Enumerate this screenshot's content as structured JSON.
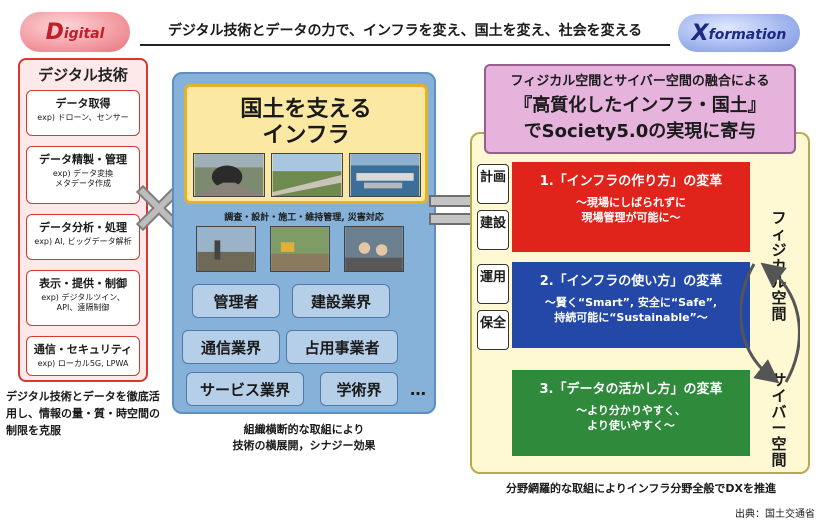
{
  "header": {
    "digital_big": "D",
    "digital_rest": "igital",
    "slogan": "デジタル技術とデータの力で、インフラを変え、国土を変え、社会を変える",
    "xformation_big": "X",
    "xformation_rest": "formation"
  },
  "left": {
    "title": "デジタル技術",
    "items": [
      {
        "title": "データ取得",
        "sub": "exp) ドローン、センサー"
      },
      {
        "title": "データ精製・管理",
        "sub": "exp) データ変換\nメタデータ作成"
      },
      {
        "title": "データ分析・処理",
        "sub": "exp) AI, ビッグデータ解析"
      },
      {
        "title": "表示・提供・制御",
        "sub": "exp) デジタルツイン、\nAPI、遠隔制御"
      },
      {
        "title": "通信・セキュリティ",
        "sub": "exp) ローカル5G, LPWA"
      }
    ],
    "caption": "デジタル技術とデータを徹底活用し、情報の量・質・時空間の制限を克服"
  },
  "center": {
    "title": "国土を支える\nインフラ",
    "stages": "調査・設計・施工・維持管理, 災害対応",
    "sectors": [
      "管理者",
      "建設業界",
      "通信業界",
      "占用事業者",
      "サービス業界",
      "学術界"
    ],
    "ellipsis": "…",
    "caption": "組織横断的な取組により\n技術の横展開，シナジー効果"
  },
  "right": {
    "header_line1": "フィジカル空間とサイバー空間の融合による",
    "header_line2": "『高質化したインフラ・国土』",
    "header_line3": "でSociety5.0の実現に寄与",
    "categories": [
      "計画",
      "建設",
      "運用",
      "保全"
    ],
    "reforms": [
      {
        "title": "1.「インフラの作り方」の変革",
        "sub": "～現場にしばられずに\n現場管理が可能に～"
      },
      {
        "title": "2.「インフラの使い方」の変革",
        "sub": "～賢く“Smart”, 安全に“Safe”,\n持続可能に“Sustainable”～"
      },
      {
        "title": "3.「データの活かし方」の変革",
        "sub": "～より分かりやすく、\nより使いやすく～"
      }
    ],
    "physical_label": "フィジカル空間",
    "cyber_label": "サイバー空間",
    "caption": "分野網羅的な取組によりインフラ分野全般でDXを推進"
  },
  "source": "出典：国土交通省"
}
